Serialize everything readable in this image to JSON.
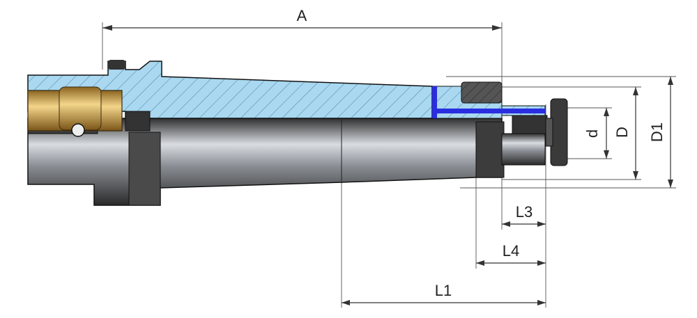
{
  "dimensions": {
    "A": "A",
    "d": "d",
    "D": "D",
    "D1": "D1",
    "L3": "L3",
    "L4": "L4",
    "L1": "L1"
  },
  "colors": {
    "section_hatch_fill": "#a9d8f0",
    "coolant_channel": "#2a2ee0",
    "brass_part": "#d6a94e",
    "steel_dark": "#3a3a3a"
  }
}
